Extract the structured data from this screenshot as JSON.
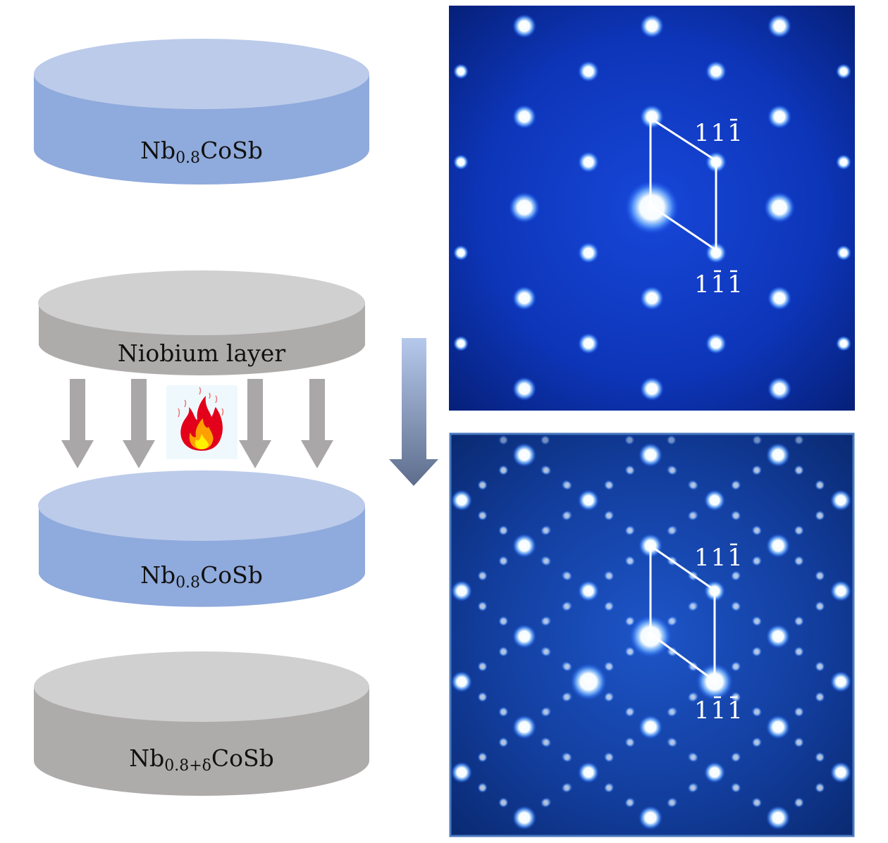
{
  "disks": [
    {
      "name": "top-sample",
      "base": "Nb",
      "sub": "0.8",
      "rest": "CoSb",
      "color_top": "#bccbea",
      "color_side": "#8faadc"
    },
    {
      "name": "niobium-layer",
      "label": "Niobium layer",
      "color_top": "#d1d0d1",
      "color_side": "#aeabab"
    },
    {
      "name": "annealed-sample",
      "base": "Nb",
      "sub": "0.8",
      "rest": "CoSb",
      "color_top": "#bccbea",
      "color_side": "#8faadc"
    },
    {
      "name": "result-sample",
      "base": "Nb",
      "sub": "0.8+δ",
      "rest": "CoSb",
      "color_top": "#d1d0d1",
      "color_side": "#aeabab"
    }
  ],
  "diffraction": {
    "top": {
      "index_a": {
        "d1": "1",
        "d2": "1",
        "d3": "1"
      },
      "index_b": {
        "d1": "1",
        "d2": "1",
        "d3": "1"
      }
    },
    "bottom": {
      "index_a": {
        "d1": "1",
        "d2": "1",
        "d3": "1"
      },
      "index_b": {
        "d1": "1",
        "d2": "1",
        "d3": "1"
      }
    },
    "background": "#0b2f9e",
    "spot_color": "#ffffff"
  },
  "colors": {
    "arrow_gray": "#a9a7a7",
    "process_arrow_top": "#b6c9ec",
    "process_arrow_bottom": "#5e6d8c",
    "frame": "#4a78c0"
  }
}
